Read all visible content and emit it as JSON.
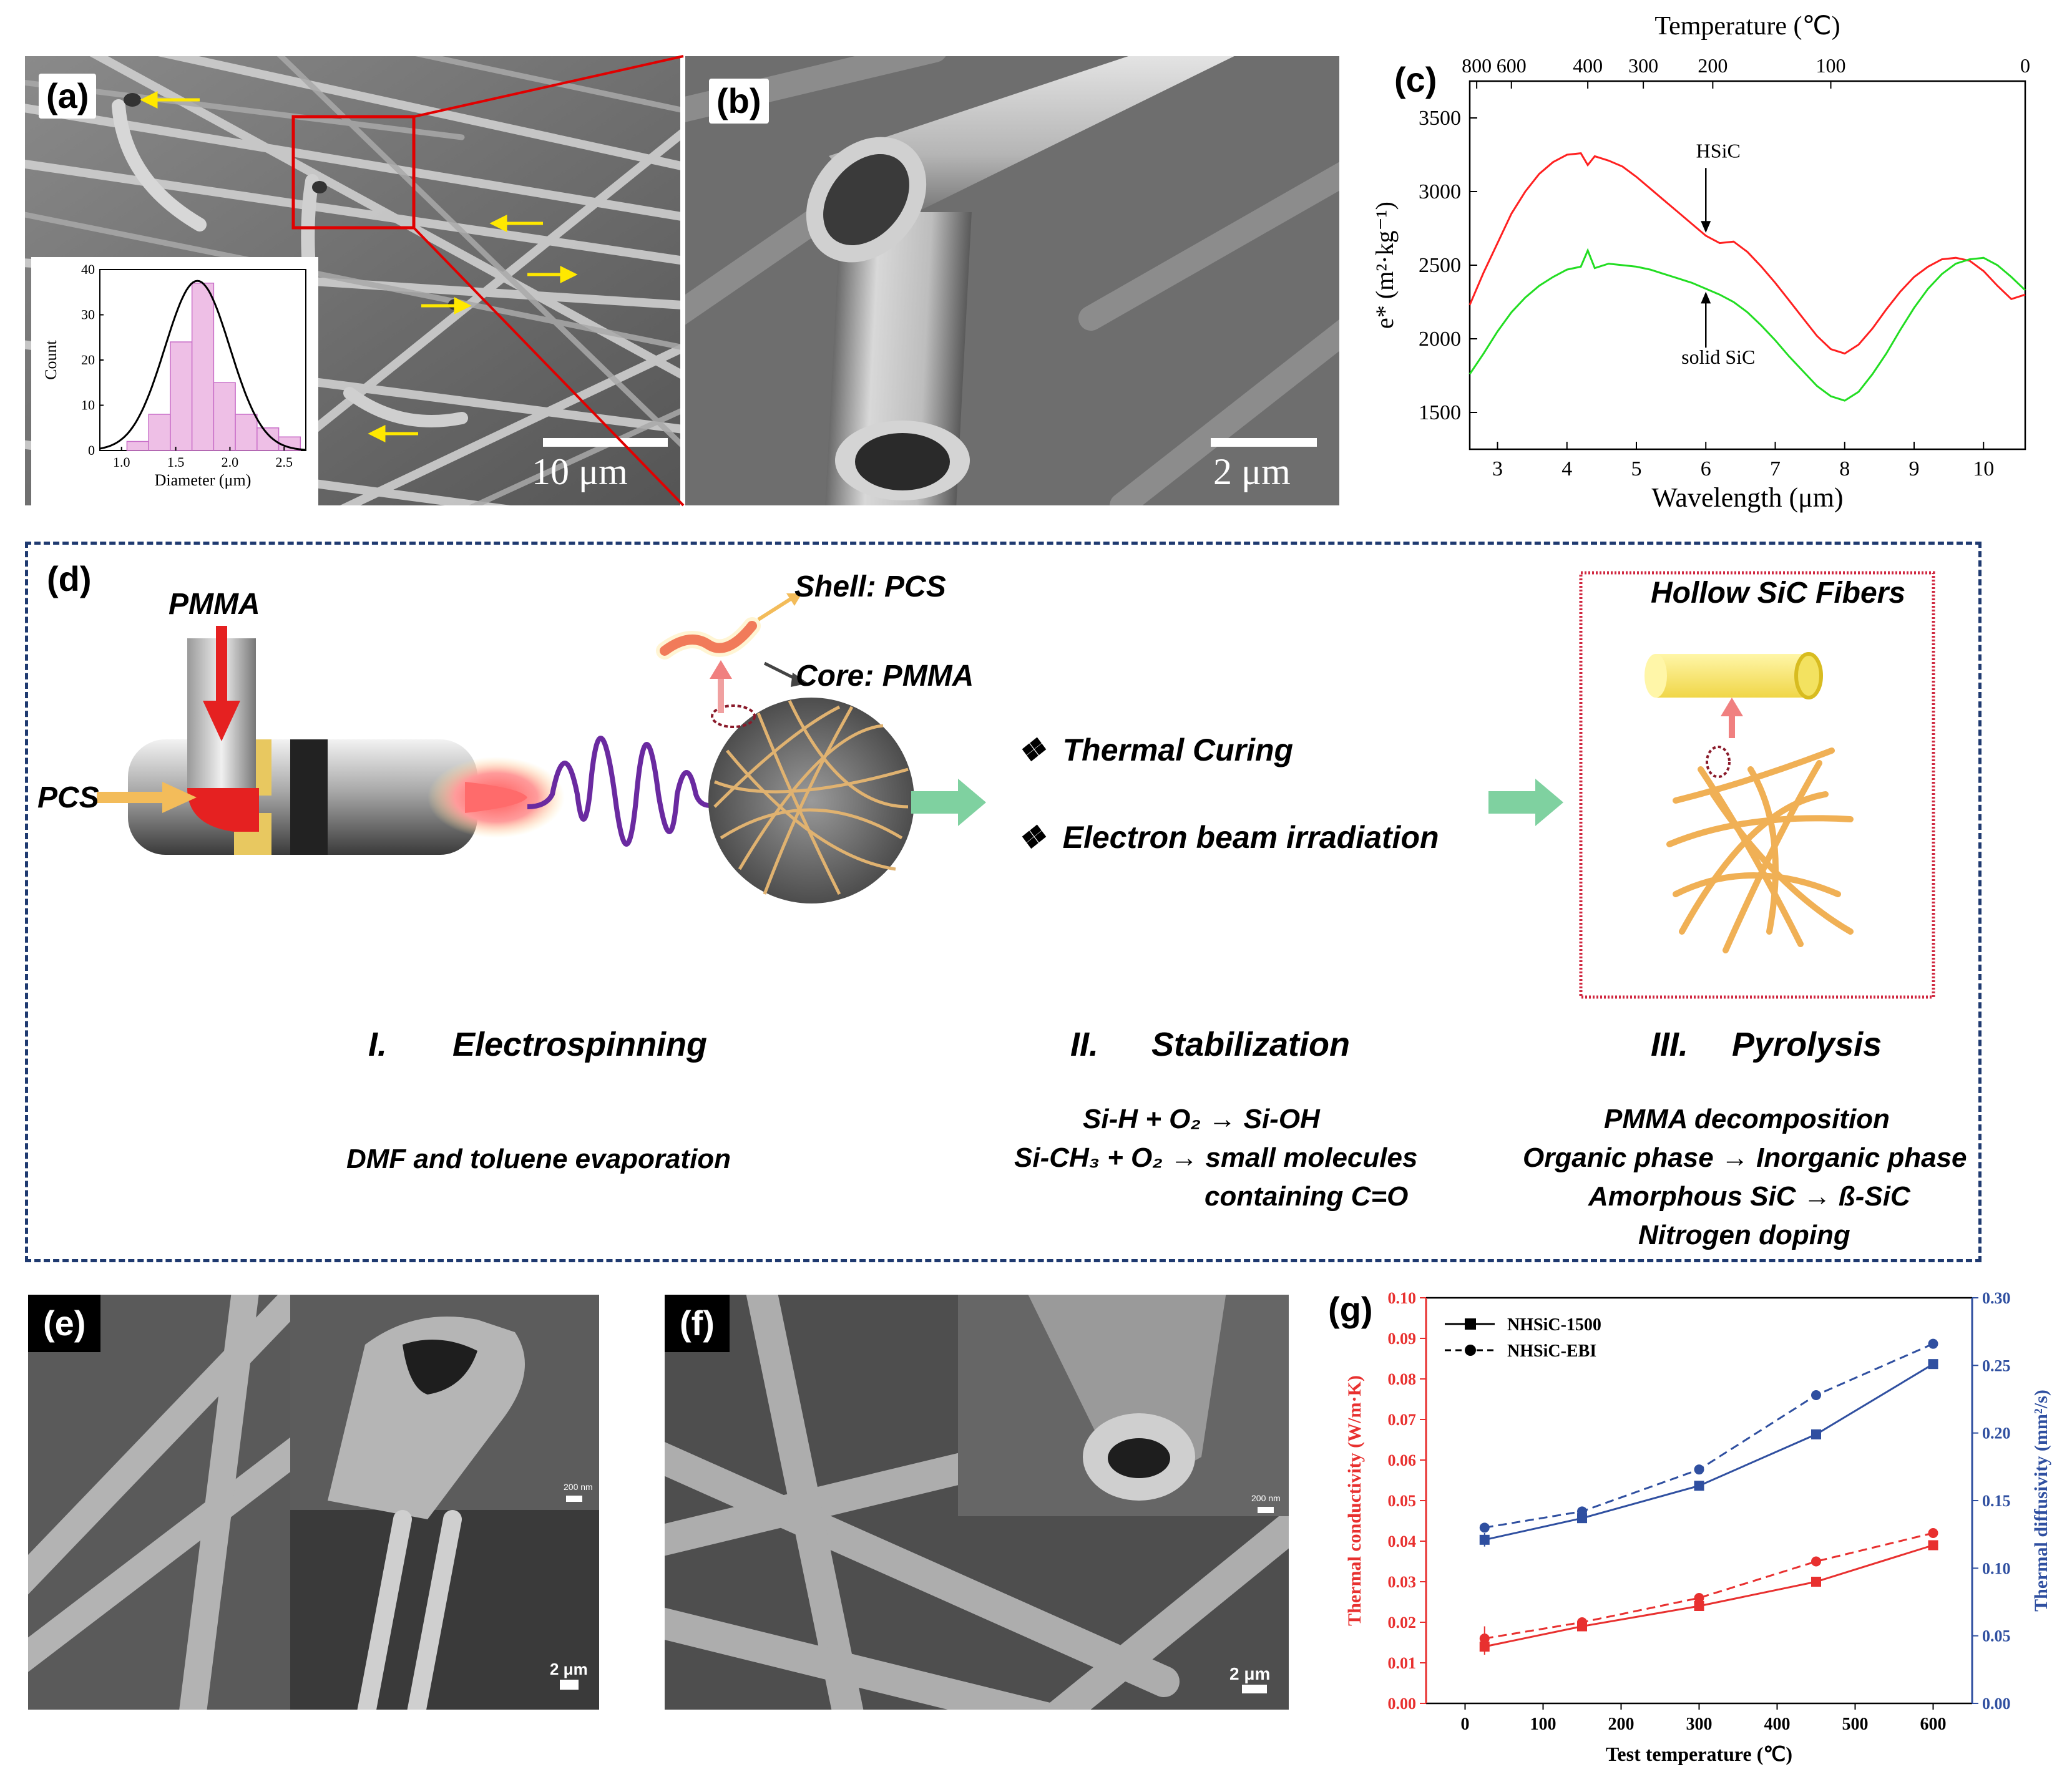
{
  "panels": {
    "a": {
      "label": "(a)",
      "scale": "10 μm",
      "inset": {
        "xlabel": "Diameter (μm)",
        "ylabel": "Count",
        "xticks": [
          "1.0",
          "1.5",
          "2.0",
          "2.5"
        ],
        "yticks": [
          "0",
          "10",
          "20",
          "30",
          "40"
        ]
      }
    },
    "b": {
      "label": "(b)",
      "scale": "2 μm"
    },
    "c": {
      "label": "(c)"
    },
    "d": {
      "label": "(d)",
      "pmma": "PMMA",
      "pcs": "PCS",
      "shell": "Shell: PCS",
      "core": "Core: PMMA",
      "curing": "❖  Thermal Curing",
      "ebeam": "❖  Electron beam irradiation",
      "hollow": "Hollow SiC Fibers",
      "step1_num": "I.",
      "step1": "Electrospinning",
      "step2_num": "II.",
      "step2": "Stabilization",
      "step3_num": "III.",
      "step3": "Pyrolysis",
      "step1_note": "DMF and toluene evaporation",
      "step2_l1": "Si-H + O₂ → Si-OH",
      "step2_l2": "Si-CH₃ + O₂ → small molecules",
      "step2_l3": "containing C=O",
      "step3_l1": "PMMA decomposition",
      "step3_l2": "Organic phase → Inorganic phase",
      "step3_l3": "Amorphous SiC → ß-SiC",
      "step3_l4": "Nitrogen doping"
    },
    "e": {
      "label": "(e)",
      "scale_small": "200 nm",
      "scale": "2 μm"
    },
    "f": {
      "label": "(f)",
      "scale_small": "200 nm",
      "scale": "2 μm"
    },
    "g": {
      "label": "(g)"
    }
  },
  "chart_data": [
    {
      "type": "bar",
      "panel": "a-inset",
      "xlabel": "Diameter (μm)",
      "ylabel": "Count",
      "categories": [
        1.15,
        1.35,
        1.55,
        1.75,
        1.95,
        2.15,
        2.35,
        2.55
      ],
      "values": [
        2,
        8,
        24,
        37,
        15,
        8,
        5,
        3
      ],
      "xlim": [
        0.8,
        2.7
      ],
      "ylim": [
        0,
        40
      ],
      "fit": "gaussian",
      "fit_mean": 1.7,
      "fit_peak": 37.5,
      "fit_sigma": 0.3
    },
    {
      "type": "line",
      "panel": "c",
      "xlabel": "Wavelength (μm)",
      "ylabel": "e* (m²·kg⁻¹)",
      "top_xlabel": "Temperature (℃)",
      "xlim": [
        2.6,
        10.6
      ],
      "ylim": [
        1250,
        3750
      ],
      "xticks": [
        3,
        4,
        5,
        6,
        7,
        8,
        9,
        10
      ],
      "yticks": [
        1500,
        2000,
        2500,
        3000,
        3500
      ],
      "top_ticks": [
        {
          "label": "800",
          "x": 2.7
        },
        {
          "label": "600",
          "x": 3.2
        },
        {
          "label": "400",
          "x": 4.3
        },
        {
          "label": "300",
          "x": 5.1
        },
        {
          "label": "200",
          "x": 6.1
        },
        {
          "label": "100",
          "x": 7.8
        },
        {
          "label": "0",
          "x": 10.6
        }
      ],
      "annotations": [
        {
          "text": "HSiC",
          "x": 6.0,
          "y": 3230
        },
        {
          "text": "solid SiC",
          "x": 6.0,
          "y": 1830
        }
      ],
      "colors": {
        "HSiC": "#ff2020",
        "solid SiC": "#22dd22"
      },
      "series": [
        {
          "name": "HSiC",
          "x": [
            2.6,
            2.8,
            3.0,
            3.2,
            3.4,
            3.6,
            3.8,
            4.0,
            4.2,
            4.3,
            4.4,
            4.6,
            4.8,
            5.0,
            5.2,
            5.4,
            5.6,
            5.8,
            6.0,
            6.2,
            6.4,
            6.6,
            6.8,
            7.0,
            7.2,
            7.4,
            7.6,
            7.8,
            8.0,
            8.2,
            8.4,
            8.6,
            8.8,
            9.0,
            9.2,
            9.4,
            9.6,
            9.8,
            10.0,
            10.2,
            10.4,
            10.6
          ],
          "y": [
            2230,
            2450,
            2650,
            2850,
            3000,
            3120,
            3200,
            3250,
            3260,
            3180,
            3240,
            3210,
            3170,
            3100,
            3020,
            2940,
            2860,
            2780,
            2700,
            2650,
            2660,
            2590,
            2490,
            2380,
            2260,
            2140,
            2020,
            1930,
            1900,
            1960,
            2070,
            2200,
            2320,
            2420,
            2490,
            2540,
            2550,
            2530,
            2460,
            2360,
            2270,
            2300
          ]
        },
        {
          "name": "solid SiC",
          "x": [
            2.6,
            2.8,
            3.0,
            3.2,
            3.4,
            3.6,
            3.8,
            4.0,
            4.2,
            4.3,
            4.4,
            4.6,
            4.8,
            5.0,
            5.2,
            5.4,
            5.6,
            5.8,
            6.0,
            6.2,
            6.4,
            6.6,
            6.8,
            7.0,
            7.2,
            7.4,
            7.6,
            7.8,
            8.0,
            8.2,
            8.4,
            8.6,
            8.8,
            9.0,
            9.2,
            9.4,
            9.6,
            9.8,
            10.0,
            10.2,
            10.4,
            10.6
          ],
          "y": [
            1760,
            1900,
            2050,
            2180,
            2280,
            2360,
            2420,
            2470,
            2490,
            2600,
            2480,
            2510,
            2500,
            2490,
            2470,
            2440,
            2410,
            2380,
            2340,
            2300,
            2250,
            2180,
            2090,
            1990,
            1880,
            1780,
            1680,
            1610,
            1580,
            1640,
            1760,
            1900,
            2060,
            2210,
            2340,
            2440,
            2510,
            2540,
            2550,
            2500,
            2420,
            2330
          ]
        }
      ]
    },
    {
      "type": "line",
      "panel": "g",
      "xlabel": "Test temperature (℃)",
      "ylabel": "Thermal conductivity (W/m·K)",
      "y2label": "Thermal diffusivity (mm²/s)",
      "xlim": [
        -50,
        650
      ],
      "ylim": [
        0,
        0.1
      ],
      "y2lim": [
        0,
        0.3
      ],
      "xticks": [
        0,
        100,
        200,
        300,
        400,
        500,
        600
      ],
      "yticks": [
        0.0,
        0.01,
        0.02,
        0.03,
        0.04,
        0.05,
        0.06,
        0.07,
        0.08,
        0.09,
        0.1
      ],
      "y2ticks": [
        0.0,
        0.05,
        0.1,
        0.15,
        0.2,
        0.25,
        0.3
      ],
      "legend": [
        {
          "name": "NHSiC-1500",
          "style": "solid",
          "marker": "square"
        },
        {
          "name": "NHSiC-EBI",
          "style": "dashed",
          "marker": "circle"
        }
      ],
      "series": [
        {
          "name": "NHSiC-1500 conductivity",
          "axis": "left",
          "color": "#e8302f",
          "dash": false,
          "marker": "square",
          "x": [
            25,
            150,
            300,
            450,
            600
          ],
          "y": [
            0.014,
            0.019,
            0.024,
            0.03,
            0.039
          ],
          "err": [
            0.002,
            0.001,
            0.001,
            0.001,
            0.001
          ]
        },
        {
          "name": "NHSiC-EBI conductivity",
          "axis": "left",
          "color": "#e8302f",
          "dash": true,
          "marker": "circle",
          "x": [
            25,
            150,
            300,
            450,
            600
          ],
          "y": [
            0.016,
            0.02,
            0.026,
            0.035,
            0.042
          ],
          "err": [
            0.003,
            0.001,
            0.001,
            0.001,
            0.001
          ]
        },
        {
          "name": "NHSiC-1500 diffusivity",
          "axis": "right",
          "color": "#2f4fa0",
          "dash": false,
          "marker": "square",
          "x": [
            25,
            150,
            300,
            450,
            600
          ],
          "y": [
            0.121,
            0.137,
            0.161,
            0.199,
            0.251
          ],
          "err": [
            0.005,
            0.002,
            0.002,
            0.002,
            0.002
          ]
        },
        {
          "name": "NHSiC-EBI diffusivity",
          "axis": "right",
          "color": "#2f4fa0",
          "dash": true,
          "marker": "circle",
          "x": [
            25,
            150,
            300,
            450,
            600
          ],
          "y": [
            0.13,
            0.142,
            0.173,
            0.228,
            0.266
          ],
          "err": [
            0.003,
            0.002,
            0.002,
            0.002,
            0.002
          ]
        }
      ]
    }
  ]
}
